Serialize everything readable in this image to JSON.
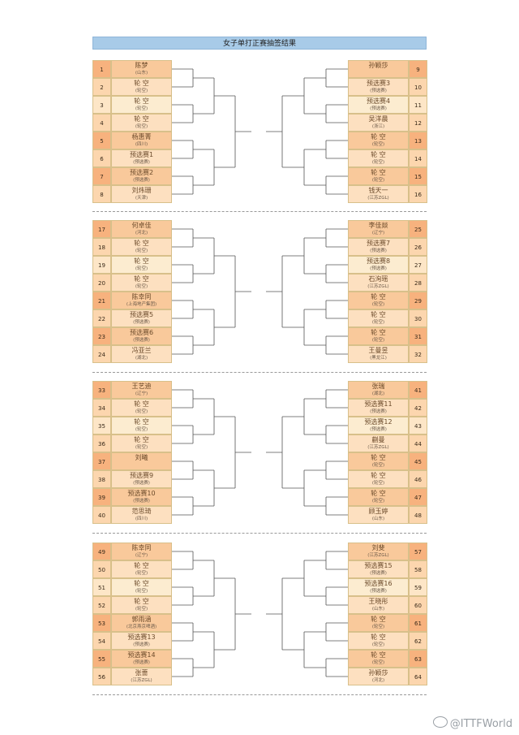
{
  "title": "女子单打正赛抽签结果",
  "watermark": "@ITTFWorld",
  "sections": [
    {
      "left": [
        {
          "seed": "1",
          "name": "陈梦",
          "sub": "(山东)"
        },
        {
          "seed": "2",
          "name": "轮 空",
          "sub": "(轮空)"
        },
        {
          "seed": "3",
          "name": "轮 空",
          "sub": "(轮空)"
        },
        {
          "seed": "4",
          "name": "轮 空",
          "sub": "(轮空)"
        },
        {
          "seed": "5",
          "name": "杨惠菁",
          "sub": "(四川)"
        },
        {
          "seed": "6",
          "name": "预选赛1",
          "sub": "(预选赛)"
        },
        {
          "seed": "7",
          "name": "预选赛2",
          "sub": "(预选赛)"
        },
        {
          "seed": "8",
          "name": "刘炜珊",
          "sub": "(天津)"
        }
      ],
      "right": [
        {
          "seed": "9",
          "name": "孙颖莎",
          "sub": ""
        },
        {
          "seed": "10",
          "name": "预选赛3",
          "sub": "(预选赛)"
        },
        {
          "seed": "11",
          "name": "预选赛4",
          "sub": "(预选赛)"
        },
        {
          "seed": "12",
          "name": "吴洋晨",
          "sub": "(浙江)"
        },
        {
          "seed": "13",
          "name": "轮 空",
          "sub": "(轮空)"
        },
        {
          "seed": "14",
          "name": "轮 空",
          "sub": "(轮空)"
        },
        {
          "seed": "15",
          "name": "轮 空",
          "sub": "(轮空)"
        },
        {
          "seed": "16",
          "name": "钱天一",
          "sub": "(江苏ZGL)"
        }
      ]
    },
    {
      "left": [
        {
          "seed": "17",
          "name": "何卓佳",
          "sub": "(河北)"
        },
        {
          "seed": "18",
          "name": "轮 空",
          "sub": "(轮空)"
        },
        {
          "seed": "19",
          "name": "轮 空",
          "sub": "(轮空)"
        },
        {
          "seed": "20",
          "name": "轮 空",
          "sub": "(轮空)"
        },
        {
          "seed": "21",
          "name": "陈幸同",
          "sub": "(上海地产集团)"
        },
        {
          "seed": "22",
          "name": "预选赛5",
          "sub": "(预选赛)"
        },
        {
          "seed": "23",
          "name": "预选赛6",
          "sub": "(预选赛)"
        },
        {
          "seed": "24",
          "name": "冯亚兰",
          "sub": "(湖北)"
        }
      ],
      "right": [
        {
          "seed": "25",
          "name": "李佳燚",
          "sub": "(辽宁)"
        },
        {
          "seed": "26",
          "name": "预选赛7",
          "sub": "(预选赛)"
        },
        {
          "seed": "27",
          "name": "预选赛8",
          "sub": "(预选赛)"
        },
        {
          "seed": "28",
          "name": "石洵瑶",
          "sub": "(江苏ZGL)"
        },
        {
          "seed": "29",
          "name": "轮 空",
          "sub": "(轮空)"
        },
        {
          "seed": "30",
          "name": "轮 空",
          "sub": "(轮空)"
        },
        {
          "seed": "31",
          "name": "轮 空",
          "sub": "(轮空)"
        },
        {
          "seed": "32",
          "name": "王曼昱",
          "sub": "(黑龙江)"
        }
      ]
    },
    {
      "left": [
        {
          "seed": "33",
          "name": "王艺迪",
          "sub": "(辽宁)"
        },
        {
          "seed": "34",
          "name": "轮 空",
          "sub": "(轮空)"
        },
        {
          "seed": "35",
          "name": "轮 空",
          "sub": "(轮空)"
        },
        {
          "seed": "36",
          "name": "轮 空",
          "sub": "(轮空)"
        },
        {
          "seed": "37",
          "name": "刘曦",
          "sub": ""
        },
        {
          "seed": "38",
          "name": "预选赛9",
          "sub": "(预选赛)"
        },
        {
          "seed": "39",
          "name": "预选赛10",
          "sub": "(预选赛)"
        },
        {
          "seed": "40",
          "name": "范思琦",
          "sub": "(四川)"
        }
      ],
      "right": [
        {
          "seed": "41",
          "name": "张瑞",
          "sub": "(湖北)"
        },
        {
          "seed": "42",
          "name": "预选赛11",
          "sub": "(预选赛)"
        },
        {
          "seed": "43",
          "name": "预选赛12",
          "sub": "(预选赛)"
        },
        {
          "seed": "44",
          "name": "蒯曼",
          "sub": "(江苏ZGL)"
        },
        {
          "seed": "45",
          "name": "轮 空",
          "sub": "(轮空)"
        },
        {
          "seed": "46",
          "name": "轮 空",
          "sub": "(轮空)"
        },
        {
          "seed": "47",
          "name": "轮 空",
          "sub": "(轮空)"
        },
        {
          "seed": "48",
          "name": "顾玉婷",
          "sub": "(山东)"
        }
      ]
    },
    {
      "left": [
        {
          "seed": "49",
          "name": "陈幸同",
          "sub": "(辽宁)"
        },
        {
          "seed": "50",
          "name": "轮 空",
          "sub": "(轮空)"
        },
        {
          "seed": "51",
          "name": "轮 空",
          "sub": "(轮空)"
        },
        {
          "seed": "52",
          "name": "轮 空",
          "sub": "(轮空)"
        },
        {
          "seed": "53",
          "name": "郭雨涵",
          "sub": "(北京燕京啤酒)"
        },
        {
          "seed": "54",
          "name": "预选赛13",
          "sub": "(预选赛)"
        },
        {
          "seed": "55",
          "name": "预选赛14",
          "sub": "(预选赛)"
        },
        {
          "seed": "56",
          "name": "张蔷",
          "sub": "(江苏ZGL)"
        }
      ],
      "right": [
        {
          "seed": "57",
          "name": "刘斐",
          "sub": "(江苏ZGL)"
        },
        {
          "seed": "58",
          "name": "预选赛15",
          "sub": "(预选赛)"
        },
        {
          "seed": "59",
          "name": "预选赛16",
          "sub": "(预选赛)"
        },
        {
          "seed": "60",
          "name": "王晓彤",
          "sub": "(山东)"
        },
        {
          "seed": "61",
          "name": "轮 空",
          "sub": "(轮空)"
        },
        {
          "seed": "62",
          "name": "轮 空",
          "sub": "(轮空)"
        },
        {
          "seed": "63",
          "name": "轮 空",
          "sub": "(轮空)"
        },
        {
          "seed": "64",
          "name": "孙颖莎",
          "sub": "(河北)"
        }
      ]
    }
  ]
}
